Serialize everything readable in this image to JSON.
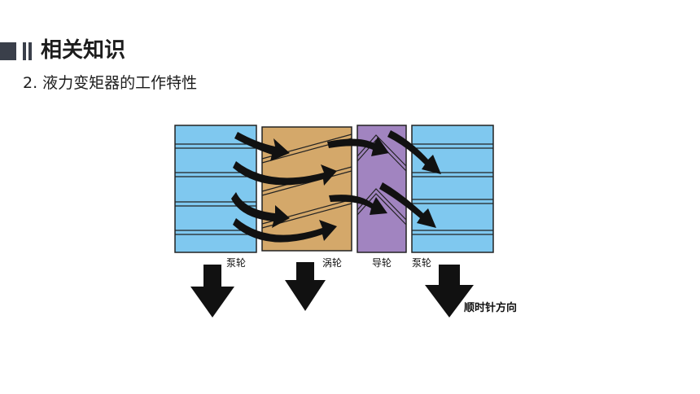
{
  "header": {
    "title": "相关知识"
  },
  "subtitle": "2. 液力变矩器的工作特性",
  "figure": {
    "labels": {
      "pump_left": "泵轮",
      "turbine": "涡轮",
      "stator": "导轮",
      "pump_right": "泵轮",
      "direction": "顺时针方向"
    },
    "colors": {
      "pump": "#7fc8ef",
      "turbine": "#d4a86a",
      "stator": "#a184c0",
      "arrow": "#111111"
    }
  }
}
